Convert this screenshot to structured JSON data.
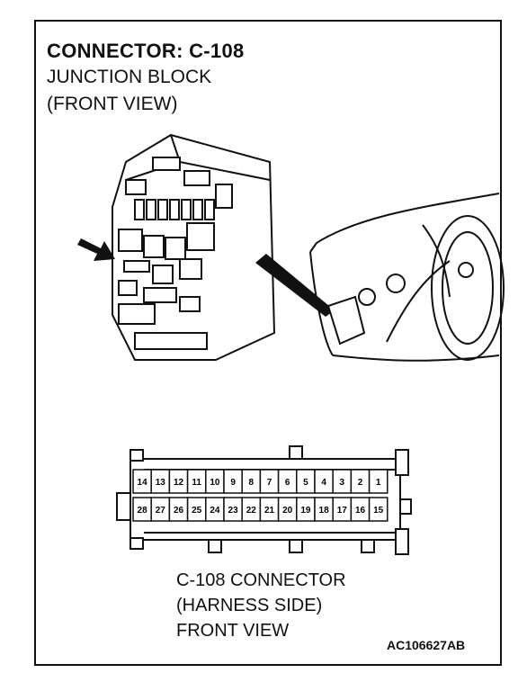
{
  "header": {
    "title": "CONNECTOR: C-108",
    "line1": "JUNCTION BLOCK",
    "line2": "(FRONT VIEW)"
  },
  "connector": {
    "top_row": [
      "14",
      "13",
      "12",
      "11",
      "10",
      "9",
      "8",
      "7",
      "6",
      "5",
      "4",
      "3",
      "2",
      "1"
    ],
    "bottom_row": [
      "28",
      "27",
      "26",
      "25",
      "24",
      "23",
      "22",
      "21",
      "20",
      "19",
      "18",
      "17",
      "16",
      "15"
    ]
  },
  "caption": {
    "line1": "C-108 CONNECTOR",
    "line2": "(HARNESS SIDE)",
    "line3": "FRONT VIEW"
  },
  "figure_code": "AC106627AB"
}
